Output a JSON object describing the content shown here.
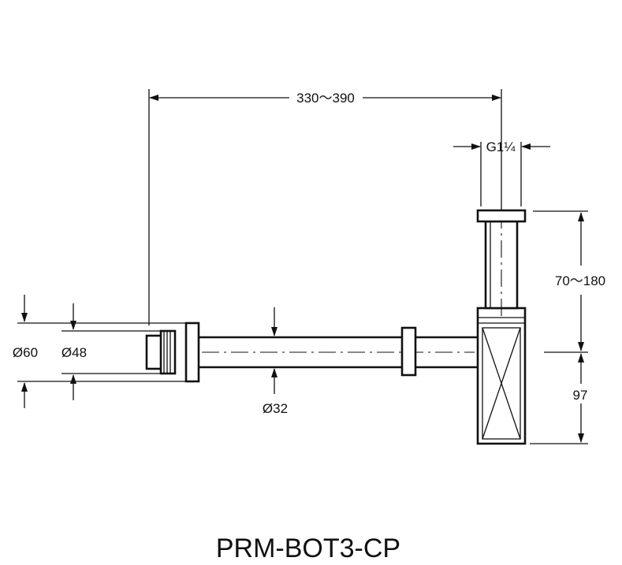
{
  "dimensions": {
    "overall_length": "330～390",
    "thread": "G1¼",
    "height_adjust": "70～180",
    "trap_height": "97",
    "outer_diameter": "Ø60",
    "inner_diameter": "Ø48",
    "pipe_diameter": "Ø32"
  },
  "model": "PRM-BOT3-CP"
}
